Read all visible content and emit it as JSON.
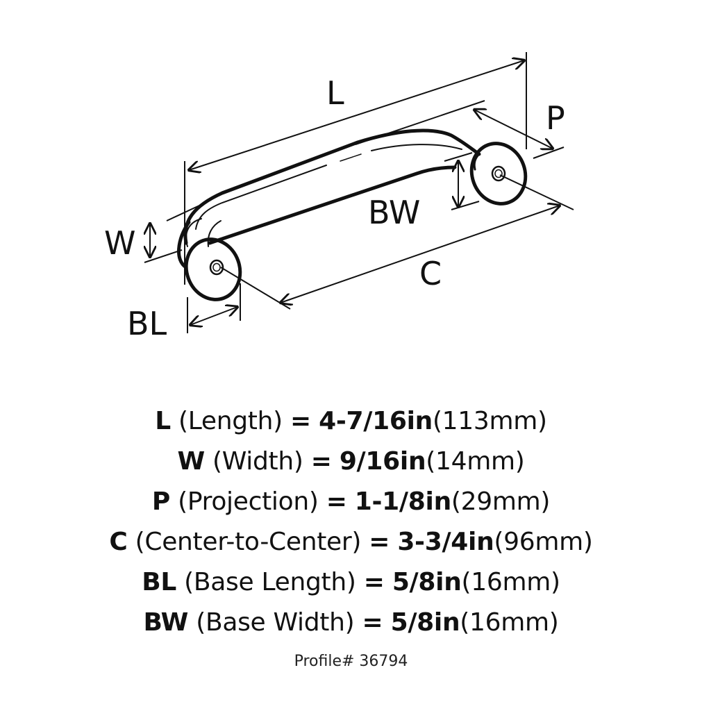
{
  "diagram": {
    "subject": "cabinet pull handle, isometric dimension drawing",
    "labels": {
      "L": "L",
      "P": "P",
      "BW": "BW",
      "W": "W",
      "C": "C",
      "BL": "BL"
    }
  },
  "specs": [
    {
      "code": "L",
      "name": "(Length)",
      "eq": "=",
      "imperial": "4-7/16in",
      "metric": "(113mm)"
    },
    {
      "code": "W",
      "name": "(Width)",
      "eq": "=",
      "imperial": "9/16in",
      "metric": "(14mm)"
    },
    {
      "code": "P",
      "name": "(Projection)",
      "eq": "=",
      "imperial": "1-1/8in",
      "metric": "(29mm)"
    },
    {
      "code": "C",
      "name": "(Center-to-Center)",
      "eq": "=",
      "imperial": "3-3/4in",
      "metric": "(96mm)"
    },
    {
      "code": "BL",
      "name": "(Base Length)",
      "eq": "=",
      "imperial": "5/8in",
      "metric": "(16mm)"
    },
    {
      "code": "BW",
      "name": "(Base Width)",
      "eq": "=",
      "imperial": "5/8in",
      "metric": "(16mm)"
    }
  ],
  "profile": "Profile# 36794",
  "colors": {
    "ink": "#111111",
    "background": "#ffffff"
  }
}
